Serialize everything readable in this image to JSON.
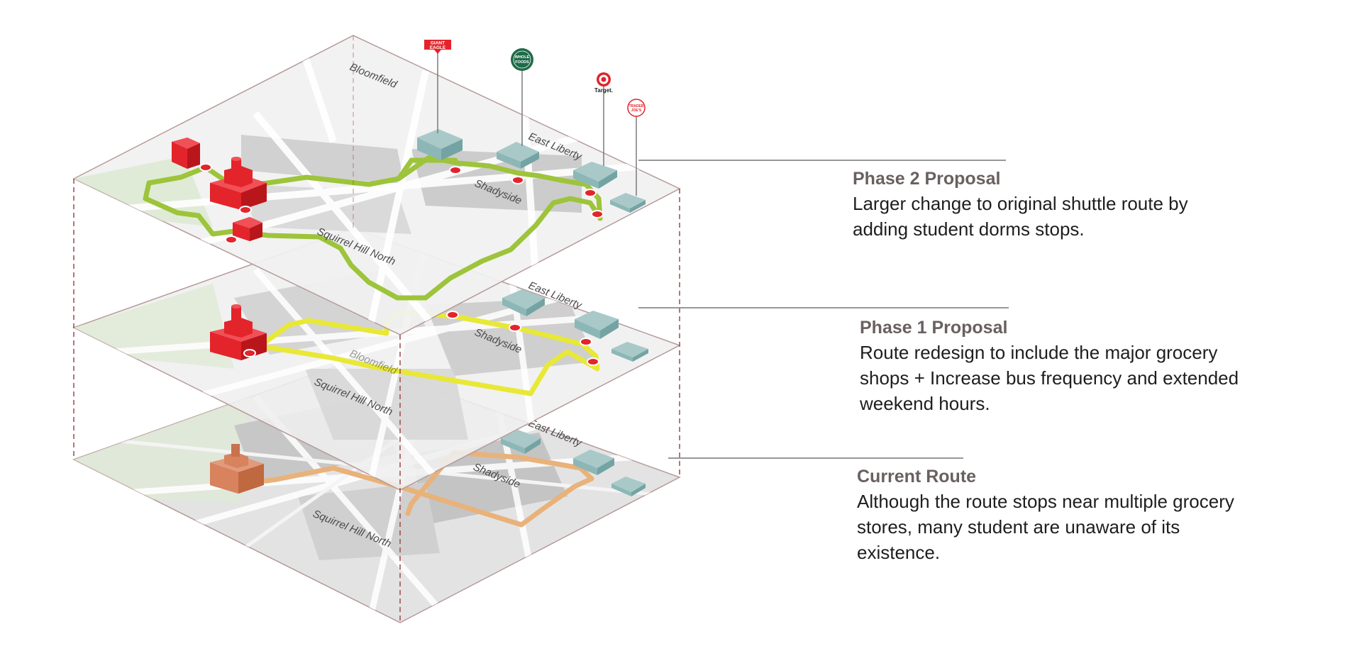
{
  "map_labels": {
    "bloomfield": "Bloomfield",
    "east_liberty": "East Liberty",
    "shadyside": "Shadyside",
    "squirrel_hill_north": "Squirrel Hill North"
  },
  "stores": {
    "giant_eagle": [
      "GIANT",
      "EAGLE"
    ],
    "whole_foods": [
      "WHOLE",
      "FOODS"
    ],
    "target": "Target.",
    "trader_joes": [
      "TRADER",
      "JOE'S"
    ]
  },
  "phases": {
    "phase2": {
      "title": "Phase 2 Proposal",
      "lines": [
        "Larger change to original shuttle route by",
        "adding student dorms stops."
      ]
    },
    "phase1": {
      "title": "Phase 1 Proposal",
      "lines": [
        "Route redesign to include the major grocery",
        "shops + Increase bus frequency and extended",
        "weekend hours."
      ]
    },
    "current": {
      "title": "Current Route",
      "lines": [
        "Although the route stops near multiple grocery",
        "stores, many student are unaware of its",
        "existence."
      ]
    }
  },
  "colors": {
    "phase2_route": "#9dc43a",
    "phase1_route": "#e8e836",
    "current_route": "#e8b27a",
    "stop": "#e3242b",
    "dorm": "#e3242b",
    "current_dorm": "#d8825e",
    "grocery": "#7fb0b0",
    "guide_line": "#8a8a8a",
    "frame_dashed": "#9c4a4a"
  }
}
